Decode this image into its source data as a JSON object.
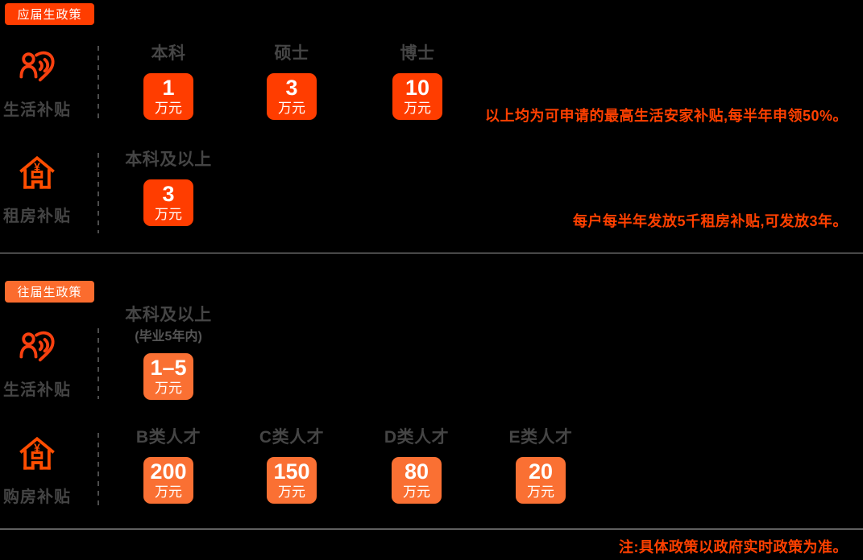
{
  "colors": {
    "background": "#000000",
    "primary": "#FF3D00",
    "tagSecondary": "#FB6C2E",
    "valueOrange": "#FA7033",
    "grayText": "#454545",
    "subGray": "#555555",
    "noteOrange": "#FF4000",
    "divider1": "#9E9E9E",
    "divider2": "#DCDCDC",
    "dash": "#4D4D4D",
    "peopleIcon": "#F8400F",
    "houseIcon": "#FF4D00"
  },
  "fresh": {
    "tag": "应届生政策",
    "living": {
      "label": "生活补贴",
      "icon": "care-people-icon",
      "columns": [
        {
          "header": "本科",
          "value": "1",
          "unit": "万元"
        },
        {
          "header": "硕士",
          "value": "3",
          "unit": "万元"
        },
        {
          "header": "博士",
          "value": "10",
          "unit": "万元"
        }
      ],
      "note": "以上均为可申请的最高生活安家补贴,每半年申领50%。"
    },
    "rent": {
      "label": "租房补贴",
      "icon": "house-yen-icon",
      "columns": [
        {
          "header": "本科及以上",
          "value": "3",
          "unit": "万元"
        }
      ],
      "note": "每户每半年发放5千租房补贴,可发放3年。"
    }
  },
  "previous": {
    "tag": "往届生政策",
    "living": {
      "label": "生活补贴",
      "icon": "care-people-icon",
      "columns": [
        {
          "header": "本科及以上",
          "subheader": "(毕业5年内)",
          "value": "1–5",
          "unit": "万元"
        }
      ]
    },
    "purchase": {
      "label": "购房补贴",
      "icon": "house-yen-icon",
      "columns": [
        {
          "header": "B类人才",
          "value": "200",
          "unit": "万元"
        },
        {
          "header": "C类人才",
          "value": "150",
          "unit": "万元"
        },
        {
          "header": "D类人才",
          "value": "80",
          "unit": "万元"
        },
        {
          "header": "E类人才",
          "value": "20",
          "unit": "万元"
        }
      ]
    }
  },
  "footer": {
    "note": "注:具体政策以政府实时政策为准。"
  }
}
